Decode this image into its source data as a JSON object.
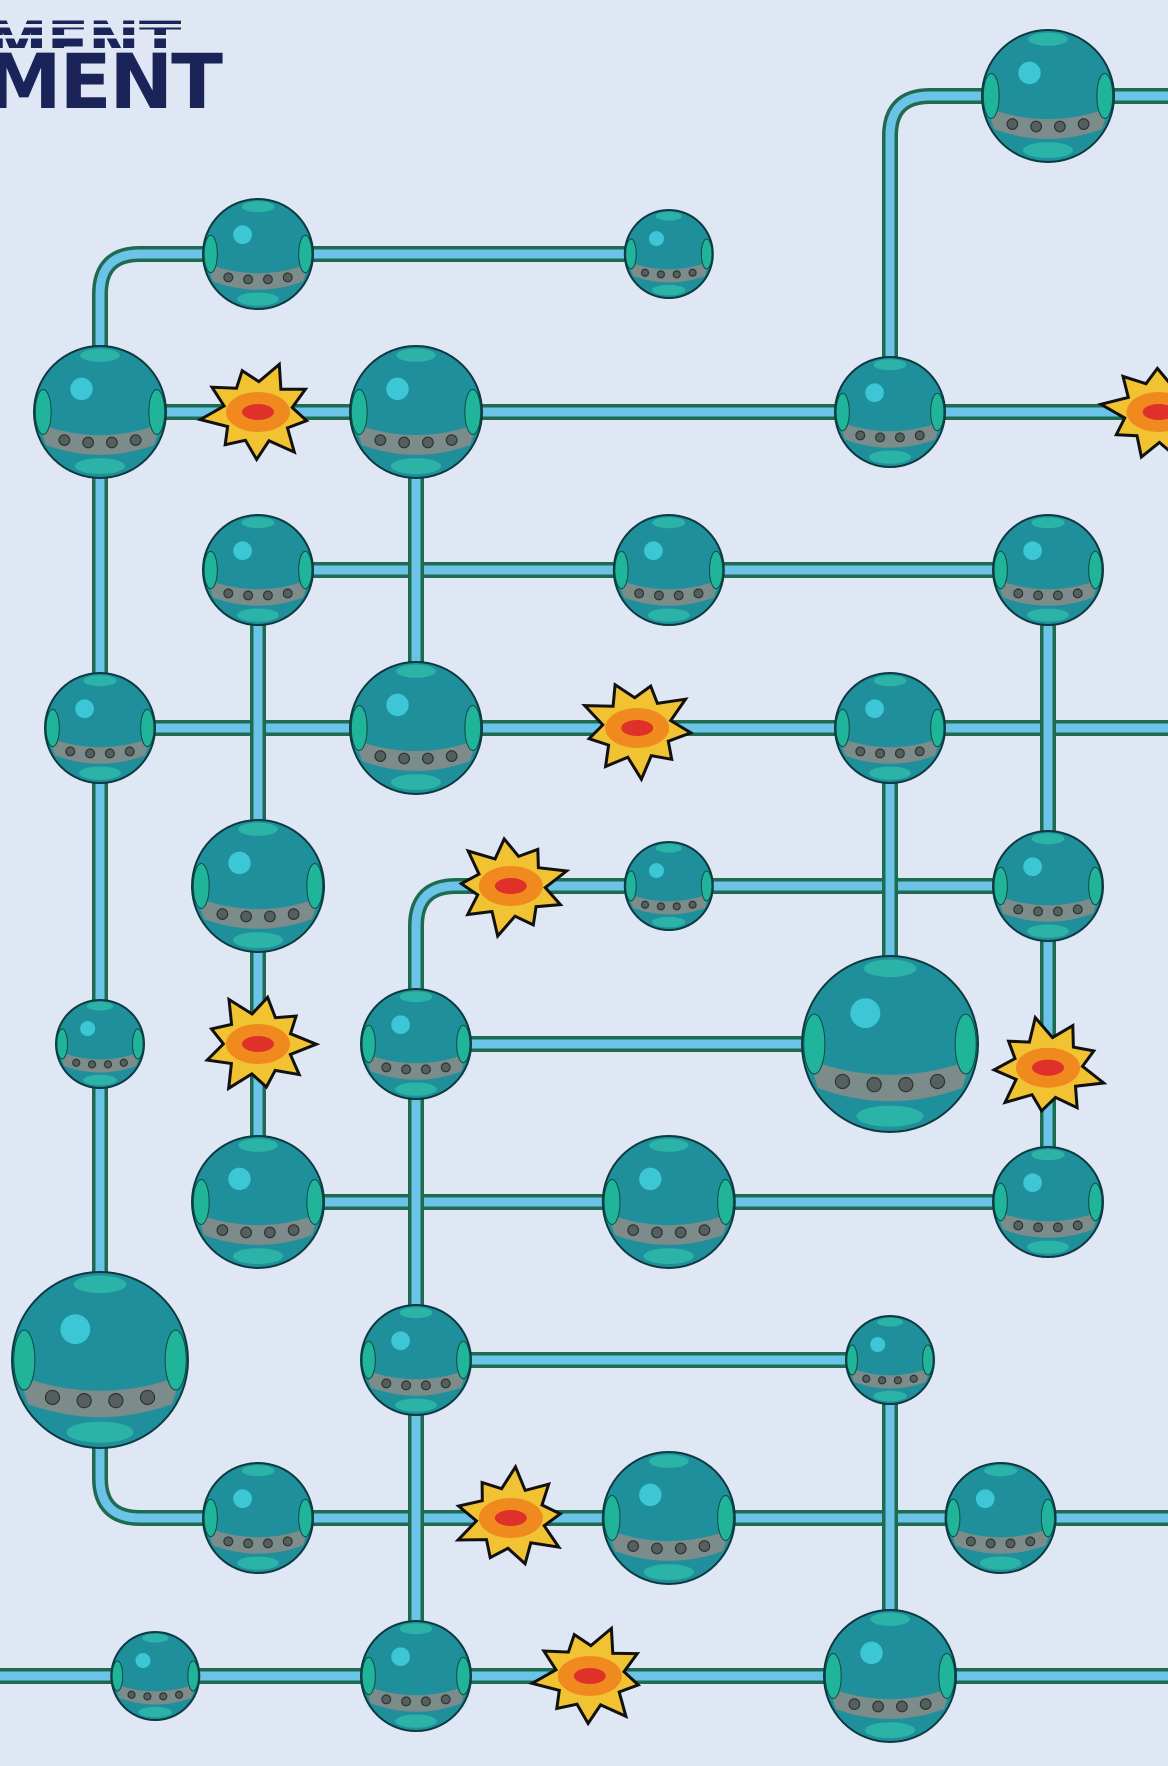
{
  "title": {
    "line1": "MENT",
    "line2": "MENT"
  },
  "colors": {
    "background": "#dfe7f5",
    "pipe_outline": "#1f6b4f",
    "pipe_fill": "#6cc3e8",
    "node_body": "#1f8f9c",
    "spark": "#f1c232"
  },
  "icons": {
    "node": "teal-sphere-node-icon",
    "spark": "explosion-spark-icon"
  },
  "board": {
    "nodes": [
      {
        "id": "n1",
        "c": 6,
        "r": 0,
        "size": "large"
      },
      {
        "id": "n2",
        "c": 1,
        "r": 1,
        "size": "medium"
      },
      {
        "id": "n3",
        "c": 3.6,
        "r": 1,
        "size": "small"
      },
      {
        "id": "n4",
        "c": 0,
        "r": 2,
        "size": "large"
      },
      {
        "id": "n5",
        "c": 2,
        "r": 2,
        "size": "large"
      },
      {
        "id": "n6",
        "c": 5,
        "r": 2,
        "size": "medium"
      },
      {
        "id": "n7",
        "c": 1,
        "r": 3,
        "size": "medium"
      },
      {
        "id": "n8",
        "c": 3.6,
        "r": 3,
        "size": "medium"
      },
      {
        "id": "n9",
        "c": 6,
        "r": 3,
        "size": "medium"
      },
      {
        "id": "n10",
        "c": 0,
        "r": 4,
        "size": "medium"
      },
      {
        "id": "n11",
        "c": 2,
        "r": 4,
        "size": "large"
      },
      {
        "id": "n12",
        "c": 5,
        "r": 4,
        "size": "medium"
      },
      {
        "id": "n13",
        "c": 1,
        "r": 5,
        "size": "large"
      },
      {
        "id": "n14",
        "c": 3.6,
        "r": 5,
        "size": "small"
      },
      {
        "id": "n15",
        "c": 6,
        "r": 5,
        "size": "medium"
      },
      {
        "id": "n16",
        "c": 0,
        "r": 6,
        "size": "small"
      },
      {
        "id": "n17",
        "c": 2,
        "r": 6,
        "size": "medium"
      },
      {
        "id": "n18",
        "c": 5,
        "r": 6,
        "size": "xlarge"
      },
      {
        "id": "n19",
        "c": 1,
        "r": 7,
        "size": "large"
      },
      {
        "id": "n20",
        "c": 3.6,
        "r": 7,
        "size": "large"
      },
      {
        "id": "n21",
        "c": 6,
        "r": 7,
        "size": "medium"
      },
      {
        "id": "n22",
        "c": 0,
        "r": 8,
        "size": "xlarge"
      },
      {
        "id": "n23",
        "c": 2,
        "r": 8,
        "size": "medium"
      },
      {
        "id": "n24",
        "c": 5,
        "r": 8,
        "size": "small"
      },
      {
        "id": "n25",
        "c": 1,
        "r": 9,
        "size": "medium"
      },
      {
        "id": "n26",
        "c": 3.6,
        "r": 9,
        "size": "large"
      },
      {
        "id": "n27",
        "c": 5.7,
        "r": 9,
        "size": "medium"
      },
      {
        "id": "n28",
        "c": 0.35,
        "r": 10,
        "size": "small"
      },
      {
        "id": "n29",
        "c": 2,
        "r": 10,
        "size": "medium"
      },
      {
        "id": "n30",
        "c": 5,
        "r": 10,
        "size": "large"
      }
    ],
    "sparks": [
      {
        "id": "s1",
        "c": 1,
        "r": 2
      },
      {
        "id": "s2",
        "c": 6.7,
        "r": 2
      },
      {
        "id": "s3",
        "c": 3.4,
        "r": 4
      },
      {
        "id": "s4",
        "c": 2.6,
        "r": 5
      },
      {
        "id": "s5",
        "c": 1,
        "r": 6
      },
      {
        "id": "s6",
        "c": 6,
        "r": 6.15
      },
      {
        "id": "s7",
        "c": 2.6,
        "r": 9
      },
      {
        "id": "s8",
        "c": 3.1,
        "r": 10
      }
    ],
    "pipes": [
      [
        "n2",
        "n3"
      ],
      [
        "n4",
        "n5"
      ],
      [
        "n5",
        "n6"
      ],
      [
        "n6",
        "R2"
      ],
      [
        "n7",
        "n8"
      ],
      [
        "n8",
        "n9"
      ],
      [
        "n10",
        "n11"
      ],
      [
        "n11",
        "n12"
      ],
      [
        "n12",
        "R4"
      ],
      [
        "n14",
        "n15"
      ],
      [
        "n17",
        "n18"
      ],
      [
        "n19",
        "n20"
      ],
      [
        "n20",
        "n21"
      ],
      [
        "n23",
        "n24"
      ],
      [
        "n25",
        "n26"
      ],
      [
        "n26",
        "n27"
      ],
      [
        "n27",
        "R9"
      ],
      [
        "L10",
        "n28"
      ],
      [
        "n28",
        "n29"
      ],
      [
        "n29",
        "n30"
      ],
      [
        "n30",
        "R10"
      ],
      [
        "n1",
        "R0"
      ],
      [
        "n4",
        "n10"
      ],
      [
        "n10",
        "n16"
      ],
      [
        "n16",
        "n22"
      ],
      [
        "n7",
        "n13"
      ],
      [
        "n13",
        "n19"
      ],
      [
        "n5",
        "n11"
      ],
      [
        "n17",
        "n23"
      ],
      [
        "n23",
        "n29"
      ],
      [
        "n12",
        "n18"
      ],
      [
        "n9",
        "n15"
      ],
      [
        "n15",
        "n21"
      ],
      [
        "n24",
        "n30"
      ]
    ],
    "bends": [
      {
        "from": "n2",
        "to": "n4",
        "via": "corner-left-up"
      },
      {
        "from": "n6",
        "to": "n1",
        "via": "corner-up-right"
      },
      {
        "from": "n17",
        "to": "n14",
        "via": "corner-up-right"
      },
      {
        "from": "n22",
        "to": "n25",
        "via": "corner-down-right"
      }
    ]
  }
}
